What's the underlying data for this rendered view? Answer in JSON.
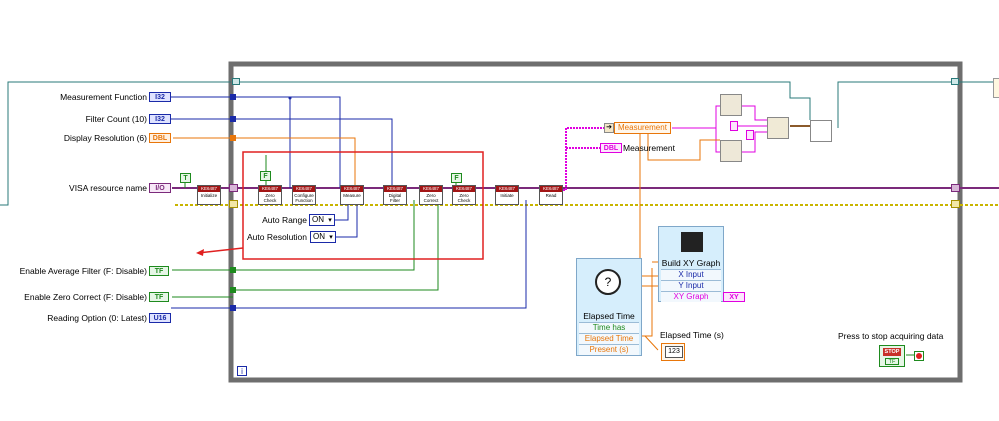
{
  "controls": {
    "measurement_function": {
      "label": "Measurement Function",
      "type": "I32"
    },
    "filter_count": {
      "label": "Filter Count (10)",
      "type": "I32"
    },
    "display_resolution": {
      "label": "Display Resolution (6)",
      "type": "DBL"
    },
    "visa_resource": {
      "label": "VISA resource name",
      "type": "I/O"
    },
    "enable_average_filter": {
      "label": "Enable Average Filter (F: Disable)",
      "type": "TF"
    },
    "enable_zero_correct": {
      "label": "Enable Zero Correct (F: Disable)",
      "type": "TF"
    },
    "reading_option": {
      "label": "Reading Option (0: Latest)",
      "type": "U16"
    }
  },
  "constants": {
    "true_const": "T",
    "false_const_1": "F",
    "false_const_2": "F",
    "auto_range_label": "Auto Range",
    "auto_range_value": "ON",
    "auto_resolution_label": "Auto Resolution",
    "auto_resolution_value": "ON"
  },
  "subvis": {
    "initialize": {
      "header": "KE6487",
      "body": "Initialize"
    },
    "zero_check_1": {
      "header": "KE6487",
      "body": "Zero Check"
    },
    "configure_function": {
      "header": "KE6487",
      "body": "Configure Function"
    },
    "measure": {
      "header": "KE6487",
      "body": "Measure"
    },
    "digital_filter": {
      "header": "KE6487",
      "body": "Digital Filter"
    },
    "zero_correct": {
      "header": "KE6487",
      "body": "Zero Correct"
    },
    "zero_check_2": {
      "header": "KE6487",
      "body": "Zero Check"
    },
    "initiate": {
      "header": "KE6487",
      "body": "Initiate"
    },
    "read": {
      "header": "KE6487",
      "body": "Read"
    }
  },
  "bundle": {
    "measurement_label": "Measurement",
    "measurement_indicator": "Measurement",
    "measurement_dbl": "DBL"
  },
  "elapsed_time": {
    "title": "Elapsed Time",
    "rows": [
      "Time has Elapsed",
      "Elapsed Time (s)",
      "Present (s)"
    ],
    "indicator_label": "Elapsed Time (s)",
    "indicator_value": "123"
  },
  "build_xy": {
    "title": "Build XY Graph",
    "rows": [
      "X Input",
      "Y Input",
      "XY Graph"
    ],
    "output_term": "XY"
  },
  "stop": {
    "label": "Press to stop acquiring data",
    "button": "STOP",
    "tf": "TF"
  },
  "loop": {
    "info": "i"
  },
  "colors": {
    "int_wire": "#1a2aa8",
    "dbl_wire": "#e8760a",
    "bool_wire": "#1e8a1e",
    "dyn_wire": "#e000e0",
    "error_wire": "#c8b400",
    "highlight": "#e02020",
    "loop_border": "#6e6e6e"
  }
}
